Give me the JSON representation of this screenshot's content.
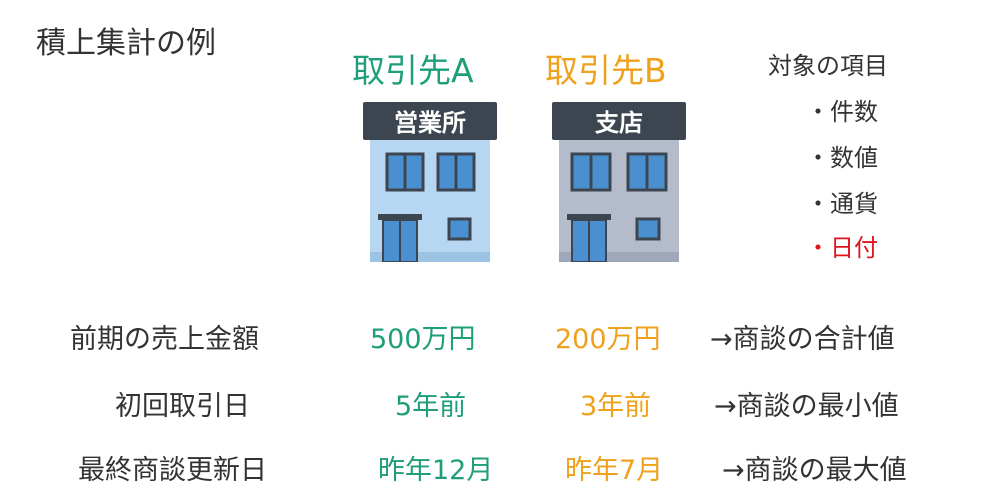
{
  "title": "積上集計の例",
  "colors": {
    "client_a": "#1f9e7a",
    "client_b": "#f0a11c",
    "highlight": "#e0141e"
  },
  "clients": [
    {
      "name": "取引先A",
      "building_sign": "営業所"
    },
    {
      "name": "取引先B",
      "building_sign": "支店"
    }
  ],
  "target_items": {
    "heading": "対象の項目",
    "items": [
      {
        "label": "・件数"
      },
      {
        "label": "・数値"
      },
      {
        "label": "・通貨"
      },
      {
        "label": "・日付",
        "highlighted": true
      }
    ]
  },
  "rows": [
    {
      "label": "前期の売上金額",
      "a": "500万円",
      "b": "200万円",
      "note": "→商談の合計値"
    },
    {
      "label": "初回取引日",
      "a": "5年前",
      "b": "3年前",
      "note": "→商談の最小値"
    },
    {
      "label": "最終商談更新日",
      "a": "昨年12月",
      "b": "昨年7月",
      "note": "→商談の最大値"
    }
  ]
}
